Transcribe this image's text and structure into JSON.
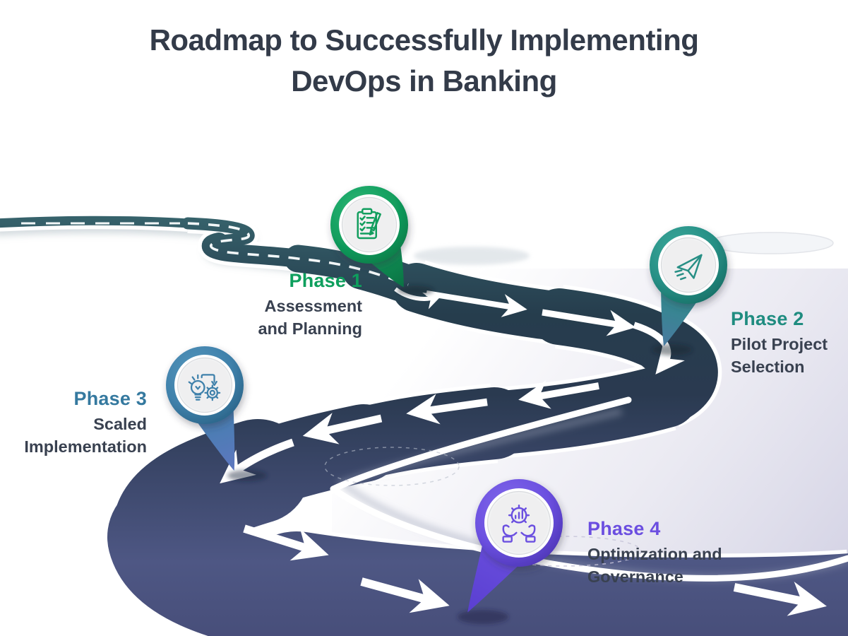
{
  "title": {
    "line1": "Roadmap to Successfully Implementing",
    "line2": "DevOps in Banking"
  },
  "phases": [
    {
      "label": "Phase 1",
      "name": "Assessment\nand Planning",
      "color": "#0E9F5D",
      "icon": "checklist-icon"
    },
    {
      "label": "Phase 2",
      "name": "Pilot Project\nSelection",
      "color": "#1F8C80",
      "icon": "paper-plane-icon"
    },
    {
      "label": "Phase 3",
      "name": "Scaled\nImplementation",
      "color": "#35799F",
      "icon": "idea-to-gear-icon"
    },
    {
      "label": "Phase 4",
      "name": "Optimization and\nGovernance",
      "color": "#6B4EE0",
      "icon": "gear-in-hands-icon"
    }
  ],
  "road": {
    "far_color": "#3A6B72",
    "mid_color": "#263D4D",
    "near_color": "#4E5784",
    "curb_color": "#FFFFFF",
    "marking_color": "#FFFFFF"
  },
  "background": {
    "base": "#FFFFFF",
    "corner_tint": "#D6D5E6"
  },
  "title_color": "#333B49"
}
